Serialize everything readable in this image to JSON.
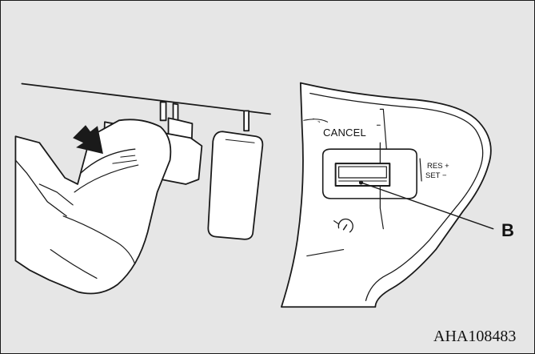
{
  "figure": {
    "labels": {
      "cancel": "CANCEL",
      "res": "RES +",
      "set": "SET −",
      "callout_b": "B",
      "figure_code": "AHA108483"
    },
    "colors": {
      "background": "#e6e6e6",
      "line": "#1a1a1a",
      "fill": "#ffffff"
    },
    "icons": [
      "arrow-icon",
      "speedometer-icon"
    ]
  }
}
